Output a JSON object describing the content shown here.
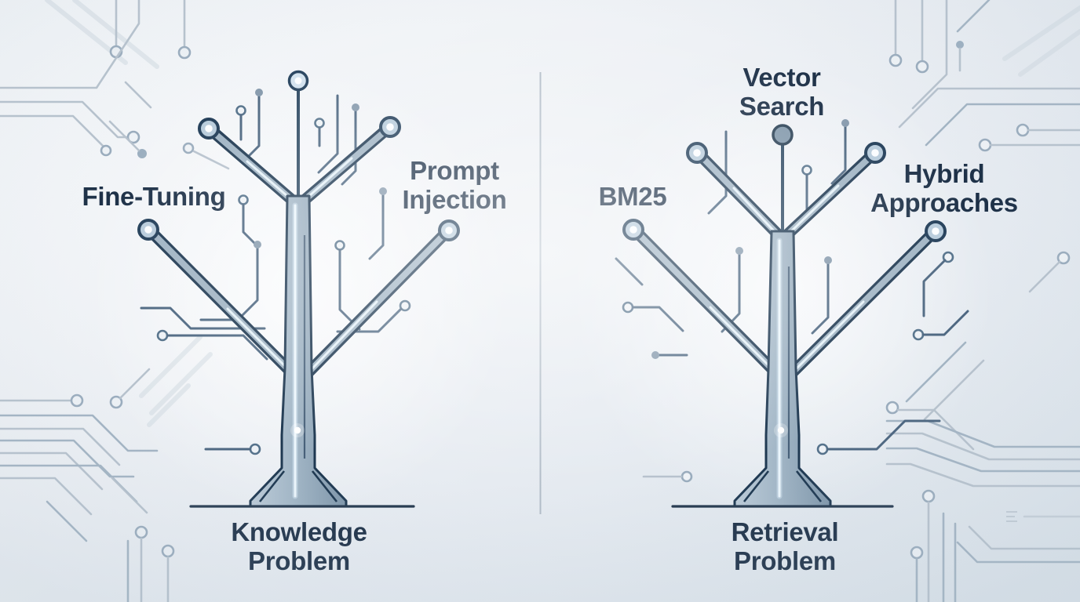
{
  "diagram": {
    "type": "tree-comparison",
    "panels": [
      {
        "id": "knowledge-tree",
        "root_label": "Knowledge Problem",
        "branch_labels": [
          "Fine-Tuning",
          "Prompt Injection"
        ]
      },
      {
        "id": "retrieval-tree",
        "root_label": "Retrieval Problem",
        "branch_labels": [
          "BM25",
          "Vector Search",
          "Hybrid Approaches"
        ]
      }
    ]
  },
  "labels": {
    "fine_tuning": "Fine-Tuning",
    "prompt_injection": "Prompt Injection",
    "knowledge_problem": "Knowledge Problem",
    "bm25": "BM25",
    "vector_search": "Vector Search",
    "hybrid_approaches": "Hybrid Approaches",
    "retrieval_problem": "Retrieval Problem"
  },
  "icons": {
    "ring_node": "circuit-node-ring",
    "filled_node": "circuit-node-filled"
  },
  "colors": {
    "background_start": "#f6f8fa",
    "background_end": "#dce4eb",
    "circuit_trace": "#b7c2cd",
    "tree_outline": "#1d3750",
    "tree_fill": "#9fb3c3",
    "glow": "#eef8fe",
    "node_fill": "#b7cbdb",
    "text": "#1d3047",
    "ground_line": "#24384e",
    "divider": "#b2bdc8"
  }
}
